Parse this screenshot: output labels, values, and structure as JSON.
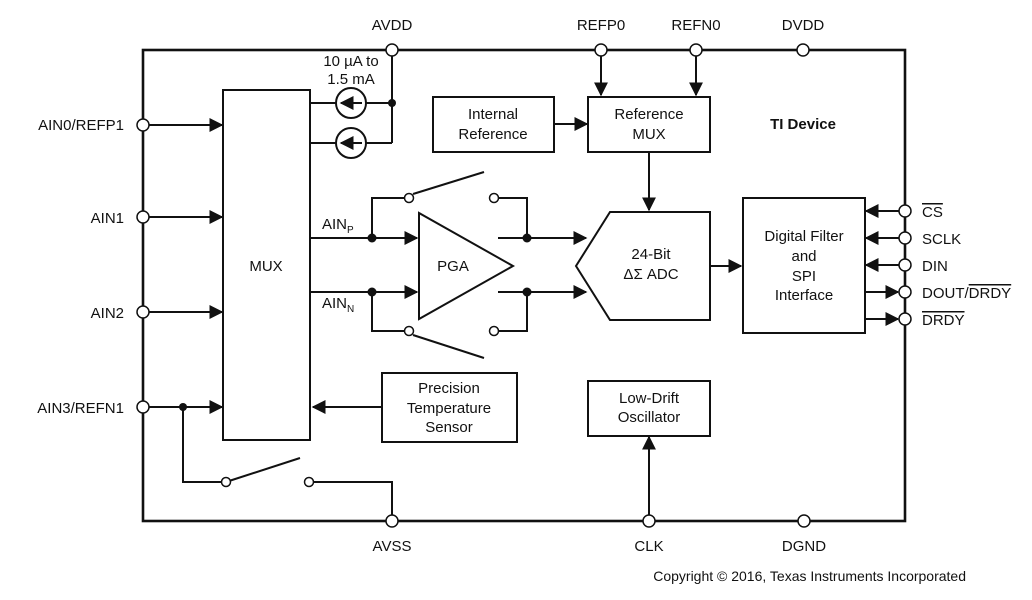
{
  "pins": {
    "avdd": "AVDD",
    "refp0": "REFP0",
    "refn0": "REFN0",
    "dvdd": "DVDD",
    "ain0": "AIN0/REFP1",
    "ain1": "AIN1",
    "ain2": "AIN2",
    "ain3": "AIN3/REFN1",
    "cs": "CS",
    "sclk": "SCLK",
    "din": "DIN",
    "dout": "DOUT/",
    "dout_drdy": "DRDY",
    "drdy": "DRDY",
    "avss": "AVSS",
    "clk": "CLK",
    "dgnd": "DGND"
  },
  "current_source": {
    "line1": "10 µA to",
    "line2": "1.5 mA"
  },
  "blocks": {
    "mux": "MUX",
    "internal_reference": [
      "Internal",
      "Reference"
    ],
    "reference_mux": [
      "Reference",
      "MUX"
    ],
    "device_name": "TI Device",
    "pga": "PGA",
    "adc": [
      "24-Bit",
      "ΔΣ ADC"
    ],
    "digital_filter": [
      "Digital Filter",
      "and",
      "SPI",
      "Interface"
    ],
    "temp_sensor": [
      "Precision",
      "Temperature",
      "Sensor"
    ],
    "oscillator": [
      "Low-Drift",
      "Oscillator"
    ]
  },
  "signals": {
    "ainp_main": "AIN",
    "ainp_sub": "P",
    "ainn_main": "AIN",
    "ainn_sub": "N"
  },
  "copyright": "Copyright © 2016, Texas Instruments Incorporated"
}
